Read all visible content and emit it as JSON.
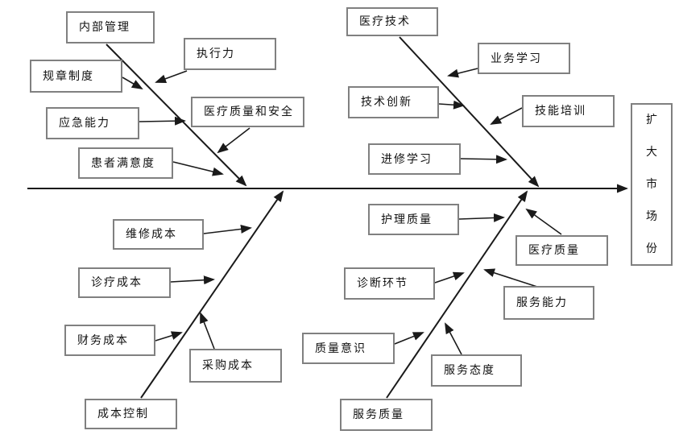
{
  "diagram_type": "fishbone",
  "colors": {
    "line": "#1a1a1a",
    "box_border": "#808080",
    "background": "#ffffff",
    "text": "#111111"
  },
  "nodes": {
    "internal_management": "内部管理",
    "execution": "执行力",
    "rules_regulations": "规章制度",
    "emergency_capability": "应急能力",
    "medical_quality_safety": "医疗质量和安全",
    "patient_satisfaction": "患者满意度",
    "medical_technology": "医疗技术",
    "business_learning": "业务学习",
    "technical_innovation": "技术创新",
    "skills_training": "技能培训",
    "further_study": "进修学习",
    "nursing_quality": "护理质量",
    "medical_quality": "医疗质量",
    "diagnosis_process": "诊断环节",
    "service_capability": "服务能力",
    "quality_awareness": "质量意识",
    "service_attitude": "服务态度",
    "service_quality": "服务质量",
    "maintenance_cost": "维修成本",
    "treatment_cost": "诊疗成本",
    "financial_cost": "财务成本",
    "procurement_cost": "采购成本",
    "cost_control": "成本控制",
    "goal": "扩大市场份"
  },
  "structure": {
    "spine_goal_key": "goal",
    "branches": [
      {
        "position": "top-left",
        "root_key": "internal_management",
        "factor_keys": [
          "execution",
          "rules_regulations",
          "emergency_capability",
          "medical_quality_safety",
          "patient_satisfaction"
        ]
      },
      {
        "position": "top-right",
        "root_key": "medical_technology",
        "factor_keys": [
          "business_learning",
          "technical_innovation",
          "skills_training",
          "further_study"
        ]
      },
      {
        "position": "bottom-left",
        "root_key": "cost_control",
        "factor_keys": [
          "maintenance_cost",
          "treatment_cost",
          "financial_cost",
          "procurement_cost"
        ]
      },
      {
        "position": "bottom-right",
        "root_key": "service_quality",
        "factor_keys": [
          "nursing_quality",
          "medical_quality",
          "diagnosis_process",
          "service_capability",
          "quality_awareness",
          "service_attitude"
        ]
      }
    ]
  }
}
